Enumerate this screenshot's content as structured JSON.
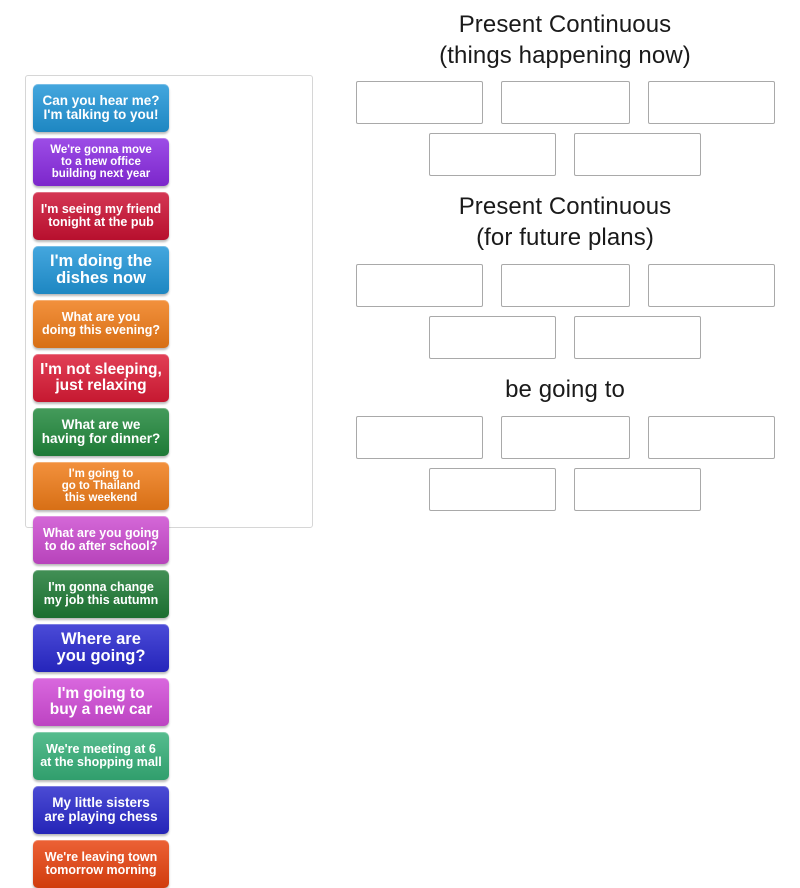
{
  "activity": {
    "type": "drag-and-drop-group-sort",
    "tiles": [
      {
        "text": "Can you hear me? I'm talking to you!",
        "lines": [
          "Can you hear me?",
          "I'm talking to you!"
        ],
        "color": "#2196d8",
        "size": "fs-13"
      },
      {
        "text": "We're gonna move to a new office building next year",
        "lines": [
          "We're gonna move",
          "to a new office",
          "building next year"
        ],
        "color": "#8a2be2",
        "size": "fs-11"
      },
      {
        "text": "I'm seeing my friend tonight at the pub",
        "lines": [
          "I'm seeing my friend",
          "tonight at the pub"
        ],
        "color": "#cc1133",
        "size": "fs-12"
      },
      {
        "text": "I'm doing the dishes now",
        "lines": [
          "I'm doing the",
          "dishes now"
        ],
        "color": "#2196d8",
        "size": "fs-16"
      },
      {
        "text": "What are you doing this evening?",
        "lines": [
          "What are you",
          "doing this evening?"
        ],
        "color": "#f07c18",
        "size": "fs-12"
      },
      {
        "text": "I'm not sleeping, just relaxing",
        "lines": [
          "I'm not sleeping,",
          "just relaxing"
        ],
        "color": "#dc1b36",
        "size": "fs-15"
      },
      {
        "text": "What are we having for dinner?",
        "lines": [
          "What are we",
          "having for dinner?"
        ],
        "color": "#21883c",
        "size": "fs-13"
      },
      {
        "text": "I'm going to go to Thailand this weekend",
        "lines": [
          "I'm going to",
          "go to Thailand",
          "this weekend"
        ],
        "color": "#f07c18",
        "size": "fs-11"
      },
      {
        "text": "What are you going to do after school?",
        "lines": [
          "What are you going",
          "to do after school?"
        ],
        "color": "#cc4bd0",
        "size": "fs-12"
      },
      {
        "text": "I'm gonna change my job this autumn",
        "lines": [
          "I'm gonna change",
          "my job this autumn"
        ],
        "color": "#1e7a35",
        "size": "fs-12"
      },
      {
        "text": "Where are you going?",
        "lines": [
          "Where are",
          "you going?"
        ],
        "color": "#2929d0",
        "size": "fs-16"
      },
      {
        "text": "I'm going to buy a new car",
        "lines": [
          "I'm going to",
          "buy a new car"
        ],
        "color": "#d24bd8",
        "size": "fs-15"
      },
      {
        "text": "We're meeting at 6 at the shopping mall",
        "lines": [
          "We're meeting at 6",
          "at the shopping mall"
        ],
        "color": "#36b079",
        "size": "fs-12"
      },
      {
        "text": "My little sisters are playing chess",
        "lines": [
          "My little sisters",
          "are playing chess"
        ],
        "color": "#2929cc",
        "size": "fs-13"
      },
      {
        "text": "We're leaving town tomorrow morning",
        "lines": [
          "We're leaving town",
          "tomorrow morning"
        ],
        "color": "#e8430f",
        "size": "fs-12"
      }
    ],
    "groups": [
      {
        "title_line1": "Present Continuous",
        "title_line2": "(things happening now)",
        "rows": [
          [
            {
              "value": ""
            },
            {
              "value": ""
            },
            {
              "value": ""
            }
          ],
          [
            {
              "value": ""
            },
            {
              "value": ""
            }
          ]
        ]
      },
      {
        "title_line1": "Present Continuous",
        "title_line2": "(for future plans)",
        "rows": [
          [
            {
              "value": ""
            },
            {
              "value": ""
            },
            {
              "value": ""
            }
          ],
          [
            {
              "value": ""
            },
            {
              "value": ""
            }
          ]
        ]
      },
      {
        "title_line1": "be going to",
        "title_line2": "",
        "rows": [
          [
            {
              "value": ""
            },
            {
              "value": ""
            },
            {
              "value": ""
            }
          ],
          [
            {
              "value": ""
            },
            {
              "value": ""
            }
          ]
        ]
      }
    ],
    "colors": {
      "tray_border": "#d6d6d6",
      "slot_border": "#a9a9a9",
      "background": "#ffffff",
      "title_text": "#1a1a1a"
    }
  }
}
